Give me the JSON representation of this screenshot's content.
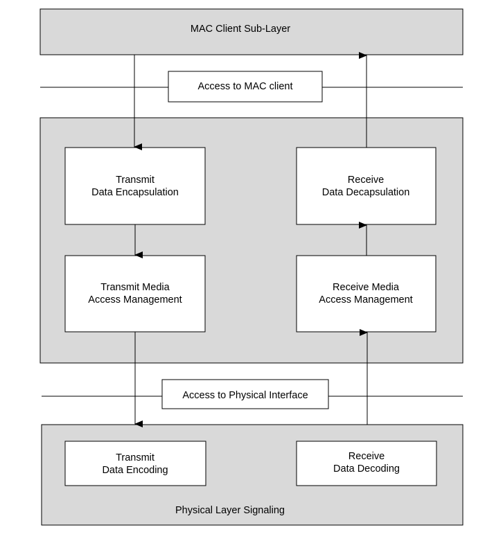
{
  "colors": {
    "panel_fill": "#d9d9d9",
    "box_fill": "#ffffff",
    "stroke": "#000000"
  },
  "labels": {
    "mac_client_sublayer": "MAC Client Sub-Layer",
    "access_mac_client": "Access to MAC client",
    "transmit_encap": [
      "Transmit",
      "Data Encapsulation"
    ],
    "receive_decap": [
      "Receive",
      "Data Decapsulation"
    ],
    "transmit_media": [
      "Transmit Media",
      "Access Management"
    ],
    "receive_media": [
      "Receive Media",
      "Access Management"
    ],
    "access_physical": "Access to Physical Interface",
    "transmit_encoding": [
      "Transmit",
      "Data Encoding"
    ],
    "receive_decoding": [
      "Receive",
      "Data Decoding"
    ],
    "physical_layer_signaling": "Physical Layer Signaling"
  }
}
